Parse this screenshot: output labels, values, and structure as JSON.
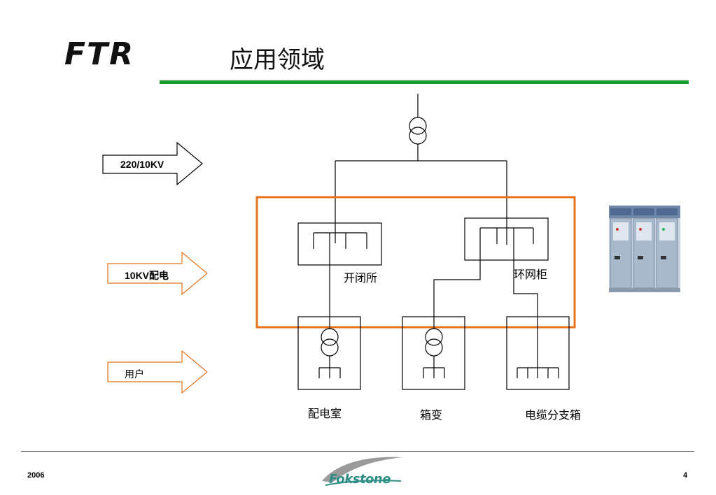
{
  "header": {
    "logo_text": "FTR",
    "title": "应用领域",
    "accent_color": "#1a9a2e"
  },
  "arrows": [
    {
      "label": "220/10KV",
      "color": "#000000"
    },
    {
      "label": "10KV配电",
      "color": "#e6731e"
    },
    {
      "label": "用户",
      "color": "#e6731e"
    }
  ],
  "nodes": {
    "switching_station": "开闭所",
    "ring_main_unit": "环网柜",
    "distribution_room": "配电室",
    "box_transformer": "箱变",
    "cable_branch_box": "电缆分支箱"
  },
  "highlight_color": "#e6731e",
  "footer": {
    "year": "2006",
    "page_number": "4",
    "brand_name": "Fokstone"
  },
  "icons": [
    "transformer-icon",
    "busbar-icon",
    "switchgear-cabinet-photo",
    "fokstone-logo"
  ]
}
